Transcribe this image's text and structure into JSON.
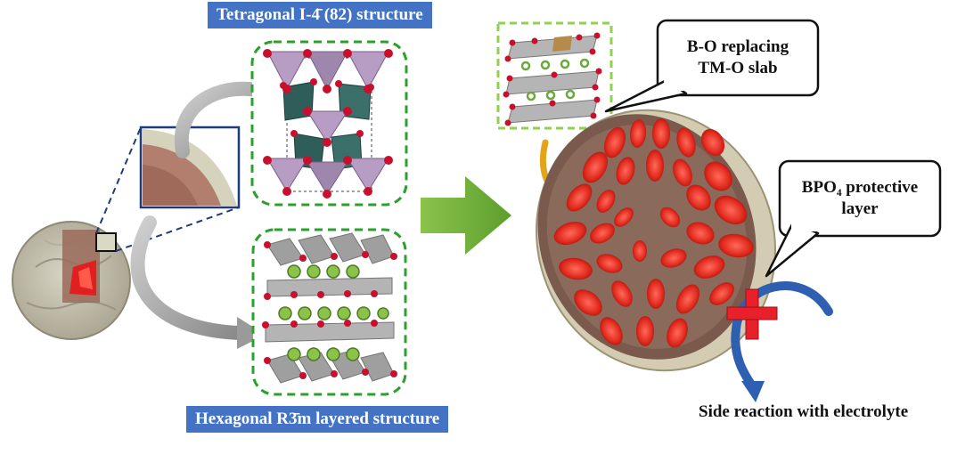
{
  "labels": {
    "tetragonal": "Tetragonal I-4̄ (82) structure",
    "hexagonal": "Hexagonal R3̄m layered structure",
    "bo_line1": "B-O replacing",
    "bo_line2": "TM-O slab",
    "bpo4_line1": "BPO₄ protective",
    "bpo4_line2": "layer",
    "side_reaction": "Side reaction with electrolyte"
  },
  "colors": {
    "banner": "#4472c4",
    "dashed_green": "#2ca02c",
    "light_green_dash": "#8fd14f",
    "arrow_green": "#6aa83a",
    "red_cross": "#e8202a",
    "blue_arrow": "#2e5fb0",
    "oxygen": "#c8102e",
    "boron": "#8bc34a"
  }
}
